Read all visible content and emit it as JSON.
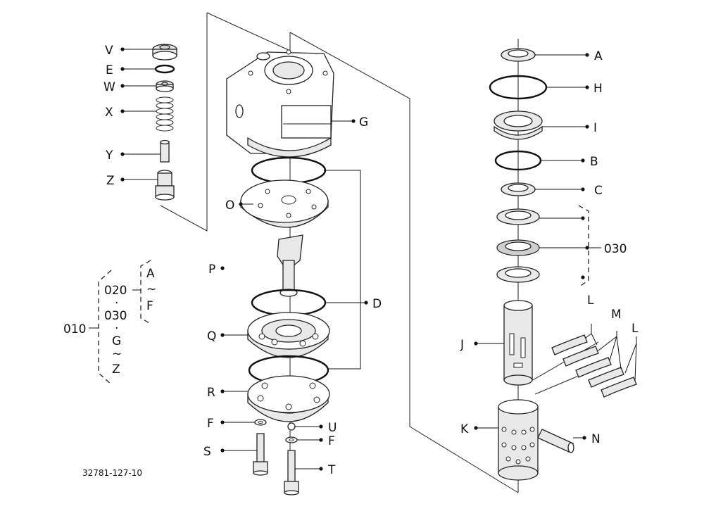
{
  "drawing_number": "32781-127-10",
  "callouts": {
    "V": "V",
    "E": "E",
    "W": "W",
    "X": "X",
    "Y": "Y",
    "Z": "Z",
    "G": "G",
    "O": "O",
    "P": "P",
    "D": "D",
    "Q": "Q",
    "R": "R",
    "F1": "F",
    "S": "S",
    "U": "U",
    "F2": "F",
    "T": "T",
    "A": "A",
    "H": "H",
    "I": "I",
    "B": "B",
    "C": "C",
    "J": "J",
    "K": "K",
    "N": "N",
    "L1": "L",
    "M": "M",
    "L2": "L"
  },
  "groups": {
    "g030_label": "030",
    "g010_label": "010",
    "g010_r1": "020",
    "g010_r2": "030",
    "g010_r3": "G",
    "g010_r5": "Z",
    "g020_r1": "A",
    "g020_r3": "F",
    "dot_sep": "·",
    "range_sep": "~"
  }
}
